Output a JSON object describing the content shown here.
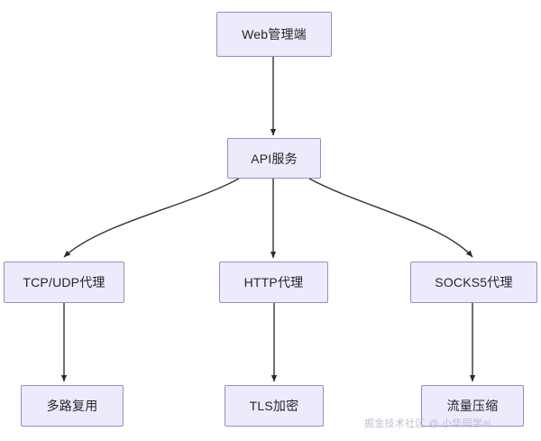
{
  "diagram": {
    "type": "flowchart",
    "direction": "top-down",
    "background_color": "#ffffff",
    "node_fill_color": "#ECEAFB",
    "node_border_color": "#9A8CC0",
    "node_text_color": "#262626",
    "edge_color": "#333333",
    "nodes": [
      {
        "id": "web",
        "label": "Web管理端",
        "level": 1
      },
      {
        "id": "api",
        "label": "API服务",
        "level": 2
      },
      {
        "id": "tcpudp",
        "label": "TCP/UDP代理",
        "level": 3
      },
      {
        "id": "http",
        "label": "HTTP代理",
        "level": 3
      },
      {
        "id": "socks5",
        "label": "SOCKS5代理",
        "level": 3
      },
      {
        "id": "mux",
        "label": "多路复用",
        "level": 4
      },
      {
        "id": "tls",
        "label": "TLS加密",
        "level": 4
      },
      {
        "id": "compress",
        "label": "流量压缩",
        "level": 4
      }
    ],
    "edges": [
      {
        "from": "web",
        "to": "api",
        "style": "straight",
        "arrow": "end"
      },
      {
        "from": "api",
        "to": "tcpudp",
        "style": "curved",
        "arrow": "end"
      },
      {
        "from": "api",
        "to": "http",
        "style": "straight",
        "arrow": "end"
      },
      {
        "from": "api",
        "to": "socks5",
        "style": "curved",
        "arrow": "end"
      },
      {
        "from": "tcpudp",
        "to": "mux",
        "style": "straight",
        "arrow": "end"
      },
      {
        "from": "http",
        "to": "tls",
        "style": "straight",
        "arrow": "end"
      },
      {
        "from": "socks5",
        "to": "compress",
        "style": "straight",
        "arrow": "end"
      }
    ]
  },
  "watermark": {
    "text": "掘金技术社区 @ 小华同学ai"
  }
}
